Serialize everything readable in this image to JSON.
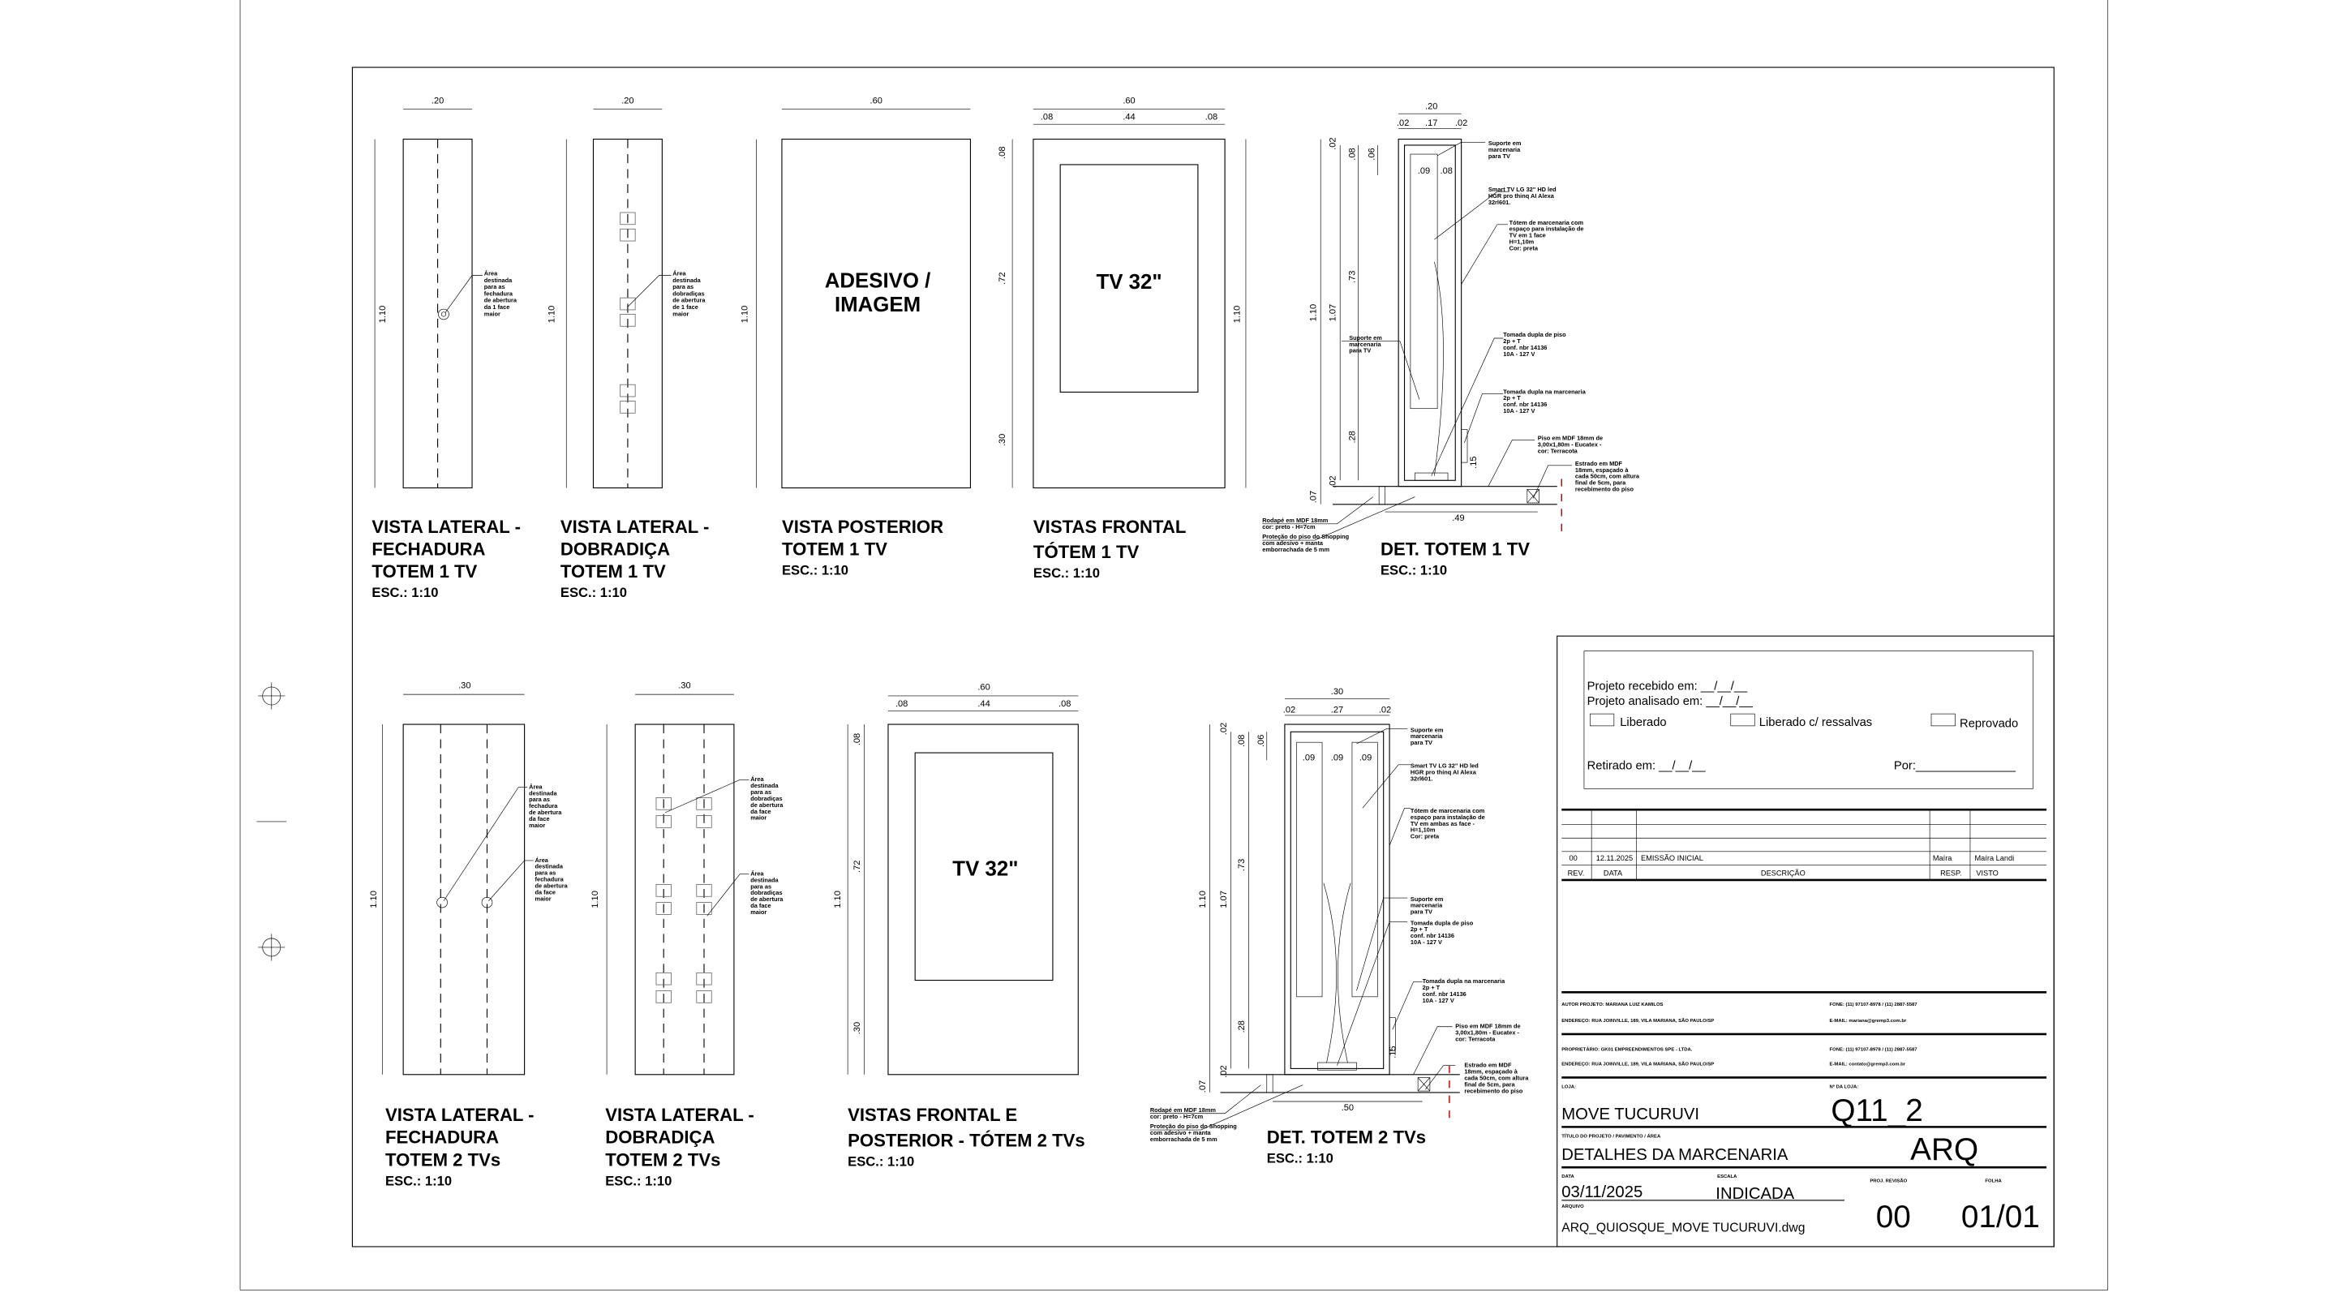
{
  "top_row": {
    "lateral_fechadura": {
      "title_lines": [
        "VISTA LATERAL -",
        "FECHADURA",
        "TOTEM 1 TV"
      ],
      "scale": "ESC.: 1:10",
      "width": ".20",
      "height": "1.10",
      "note": [
        "Área",
        "destinada",
        "para as",
        "fechadura",
        "de abertura",
        "da 1 face",
        "maior"
      ]
    },
    "lateral_dobradica": {
      "title_lines": [
        "VISTA LATERAL -",
        "DOBRADIÇA",
        "TOTEM 1 TV"
      ],
      "scale": "ESC.: 1:10",
      "width": ".20",
      "height": "1.10",
      "note": [
        "Área",
        "destinada",
        "para as",
        "dobradiças",
        "de abertura",
        "de 1 face",
        "maior"
      ]
    },
    "posterior": {
      "title_lines": [
        "VISTA POSTERIOR",
        "TOTEM 1 TV"
      ],
      "scale": "ESC.: 1:10",
      "width": ".60",
      "height": "1.10",
      "panel_text": [
        "ADESIVO /",
        "IMAGEM"
      ]
    },
    "frontal": {
      "title_lines": [
        "VISTAS FRONTAL",
        "TÓTEM 1 TV"
      ],
      "scale": "ESC.: 1:10",
      "width": ".60",
      "parts": [
        ".08",
        ".44",
        ".08"
      ],
      "height": "1.10",
      "vparts": [
        ".08",
        ".72",
        ".30"
      ],
      "screen_text": "TV 32\""
    },
    "detalhe": {
      "title": "DET. TOTEM 1 TV",
      "scale": "ESC.: 1:10",
      "width": ".20",
      "parts": [
        ".02",
        ".17",
        ".02"
      ],
      "vdims": [
        "1.10",
        "1.07",
        ".73",
        ".28",
        ".02",
        ".02",
        ".08",
        ".06",
        ".07",
        ".15"
      ],
      "inner": [
        ".09",
        ".08"
      ],
      "base": ".49",
      "notes": {
        "suporte_top": [
          "Suporte em",
          "marcenaria",
          "para TV"
        ],
        "smart_tv": [
          "Smart TV LG 32\" HD led",
          "HGR pro thinq AI Alexa",
          "32rl601."
        ],
        "totem": [
          "Tótem de marcenaria com",
          "espaço para instalação de",
          "TV em 1 face",
          "H=1,10m",
          "Cor: preta"
        ],
        "suporte_low": [
          "Suporte em",
          "marcenaria",
          "para TV"
        ],
        "tomada_piso": [
          "Tomada dupla de piso",
          "2p + T",
          "conf. nbr 14136",
          "10A - 127 V"
        ],
        "tomada_marc": [
          "Tomada dupla na marcenaria",
          "2p + T",
          "conf. nbr 14136",
          "10A - 127 V"
        ],
        "piso": [
          "Piso em MDF 18mm de",
          "3,00x1,80m - Eucatex -",
          "cor: Terracota"
        ],
        "estrado": [
          "Estrado em MDF",
          "18mm, espaçado à",
          "cada 50cm, com altura",
          "final de 5cm, para",
          "recebimento do piso"
        ],
        "rodape": [
          "Rodapé em MDF 18mm",
          "cor: preto - H=7cm"
        ],
        "protecao": [
          "Proteção do piso do Shopping",
          "com adesivo + manta",
          "emborrachada de 5 mm"
        ]
      }
    }
  },
  "bottom_row": {
    "lateral_fechadura": {
      "title_lines": [
        "VISTA LATERAL -",
        "FECHADURA",
        "TOTEM 2 TVs"
      ],
      "scale": "ESC.: 1:10",
      "width": ".30",
      "height": "1.10",
      "note1": [
        "Área",
        "destinada",
        "para as",
        "fechadura",
        "de abertura",
        "da face",
        "maior"
      ],
      "note2": [
        "Área",
        "destinada",
        "para as",
        "fechadura",
        "de abertura",
        "da face",
        "maior"
      ]
    },
    "lateral_dobradica": {
      "title_lines": [
        "VISTA LATERAL -",
        "DOBRADIÇA",
        "TOTEM 2 TVs"
      ],
      "scale": "ESC.: 1:10",
      "width": ".30",
      "height": "1.10",
      "note1": [
        "Área",
        "destinada",
        "para as",
        "dobradiças",
        "de abertura",
        "da face",
        "maior"
      ],
      "note2": [
        "Área",
        "destinada",
        "para as",
        "dobradiças",
        "de abertura",
        "da face",
        "maior"
      ]
    },
    "frontal_posterior": {
      "title_lines": [
        "VISTAS FRONTAL E",
        "POSTERIOR - TÓTEM 2 TVs"
      ],
      "scale": "ESC.: 1:10",
      "width": ".60",
      "parts": [
        ".08",
        ".44",
        ".08"
      ],
      "height": "1.10",
      "vparts": [
        ".08",
        ".72",
        ".30"
      ],
      "screen_text": "TV 32\""
    },
    "detalhe": {
      "title": "DET. TOTEM 2 TVs",
      "scale": "ESC.: 1:10",
      "width": ".30",
      "parts": [
        ".02",
        ".27",
        ".02"
      ],
      "vdims": [
        "1.10",
        "1.07",
        ".73",
        ".28",
        ".02",
        ".02",
        ".08",
        ".06",
        ".07",
        ".15"
      ],
      "inner": [
        ".09",
        ".09",
        ".09"
      ],
      "base": ".50",
      "notes": {
        "suporte_top": [
          "Suporte em",
          "marcenaria",
          "para TV"
        ],
        "smart_tv": [
          "Smart TV LG 32\" HD led",
          "HGR pro thinq AI Alexa",
          "32rl601."
        ],
        "totem": [
          "Tótem de marcenaria com",
          "espaço para instalação de",
          "TV em ambas as face -",
          "H=1,10m",
          "Cor: preta"
        ],
        "suporte_low": [
          "Suporte em",
          "marcenaria",
          "para TV"
        ],
        "tomada_piso": [
          "Tomada dupla de piso",
          "2p + T",
          "conf. nbr 14136",
          "10A - 127 V"
        ],
        "tomada_marc": [
          "Tomada dupla na marcenaria",
          "2p + T",
          "conf. nbr 14136",
          "10A - 127 V"
        ],
        "piso": [
          "Piso em MDF 18mm de",
          "3,00x1,80m - Eucatex -",
          "cor: Terracota"
        ],
        "estrado": [
          "Estrado em MDF",
          "18mm, espaçado à",
          "cada 50cm, com altura",
          "final de 5cm, para",
          "recebimento do piso"
        ],
        "rodape": [
          "Rodapé em MDF 18mm",
          "cor: preto - H=7cm"
        ],
        "protecao": [
          "Proteção do piso do Shopping",
          "com adesivo + manta",
          "emborrachada de 5 mm"
        ]
      }
    }
  },
  "approval_box": {
    "received": "Projeto recebido em:  __/__/__",
    "analyzed": "Projeto analisado em: __/__/__",
    "options": [
      "Liberado",
      "Liberado c/ ressalvas",
      "Reprovado"
    ],
    "withdrawn": "Retirado em: __/__/__",
    "by": "Por:_______________"
  },
  "revisions": {
    "headers": [
      "REV.",
      "DATA",
      "DESCRIÇÃO",
      "RESP.",
      "VISTO"
    ],
    "rows": [
      [
        "00",
        "12.11.2025",
        "EMISSÃO INICIAL",
        "Maíra",
        "Maíra Landi"
      ]
    ]
  },
  "title_block": {
    "author": "AUTOR PROJETO: MARIANA LUIZ KAMILOS",
    "author_address": "ENDEREÇO: RUA JOINVILLE, 189, VILA MARIANA, SÃO PAULO/SP",
    "author_phone": "FONE: (11) 97107-8978 / (11) 2887-5587",
    "author_email": "E-MAIL: mariana@gremp3.com.br",
    "owner": "PROPRIETÁRIO: GK01 EMPREENDIMENTOS SPE - LTDA.",
    "owner_address": "ENDEREÇO: RUA JOINVILLE, 189, VILA MARIANA, SÃO PAULO/SP",
    "owner_phone": "FONE: (11) 97107-8978 / (11) 2887-5587",
    "owner_email": "E-MAIL: contato@gremp3.com.br",
    "store_label": "LOJA:",
    "store": "MOVE TUCURUVI",
    "store_no_label": "Nº DA LOJA:",
    "store_no": "Q11_2",
    "project_title_label": "TÍTULO DO PROJETO / PAVIMENTO / ÁREA",
    "project_title": "DETALHES DA MARCENARIA",
    "discipline": "ARQ",
    "date_label": "DATA",
    "date": "03/11/2025",
    "scale_label": "ESCALA",
    "scale": "INDICADA",
    "proj_rev_label": "PROJ.  REVISÃO",
    "sheet_label": "FOLHA",
    "revision": "00",
    "sheet": "01/01",
    "file_label": "ARQUIVO",
    "file": "ARQ_QUIOSQUE_MOVE TUCURUVI.dwg"
  }
}
